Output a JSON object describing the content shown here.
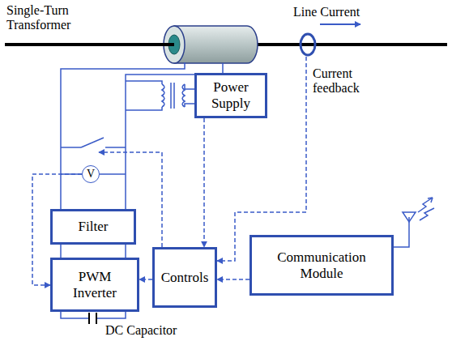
{
  "diagram": {
    "nodes": [
      {
        "text": [
          "Power Supply"
        ]
      },
      {
        "text": [
          "V"
        ]
      },
      {
        "text": [
          "Filter"
        ]
      },
      {
        "text": [
          "PWM Inverter"
        ]
      },
      {
        "text": [
          "Controls"
        ]
      },
      {
        "text": [
          "Communication Module"
        ]
      }
    ],
    "edges": [
      {
        "from": 0,
        "to": 4,
        "arrow": "to"
      },
      {
        "from": 1,
        "to": 3,
        "arrow": "to"
      },
      {
        "from": 2,
        "to": 3,
        "arrow": "none"
      },
      {
        "from": 4,
        "to": 3,
        "arrow": "to"
      },
      {
        "from": 5,
        "to": 4,
        "arrow": "to"
      }
    ],
    "labels": [
      "Single-Turn Transformer",
      "Line Current",
      "Current feedback",
      "DC Capacitor"
    ]
  }
}
